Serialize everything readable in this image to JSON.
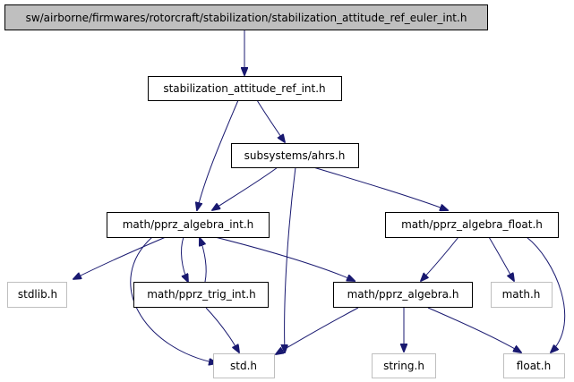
{
  "nodes": {
    "root": "sw/airborne/firmwares/rotorcraft/stabilization/stabilization_attitude_ref_euler_int.h",
    "ref_int": "stabilization_attitude_ref_int.h",
    "ahrs": "subsystems/ahrs.h",
    "alg_int": "math/pprz_algebra_int.h",
    "alg_float": "math/pprz_algebra_float.h",
    "stdlib": "stdlib.h",
    "trig_int": "math/pprz_trig_int.h",
    "alg": "math/pprz_algebra.h",
    "math": "math.h",
    "std": "std.h",
    "string": "string.h",
    "float": "float.h"
  },
  "colors": {
    "edge": "#191970",
    "root_fill": "#bfbfbf",
    "ext_border": "#bfbfbf"
  }
}
